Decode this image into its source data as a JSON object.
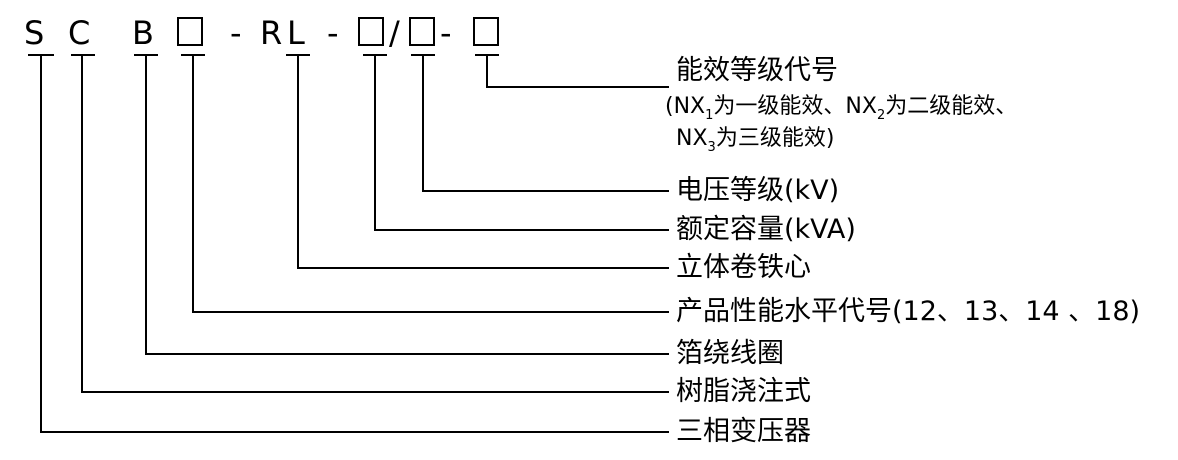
{
  "code": {
    "s": "S",
    "c": "C",
    "b": "B",
    "dash1": "-",
    "r": "R",
    "l": "L",
    "dash2": "-",
    "slash": "/",
    "dash3": "-"
  },
  "labels": {
    "efficiency": {
      "title": "能效等级代号",
      "note_line1_open": "(NX",
      "note_line1_sub1": "1",
      "note_line1_mid1": "为一级能效、NX",
      "note_line1_sub2": "2",
      "note_line1_tail": "为二级能效、",
      "note_line2_head": "NX",
      "note_line2_sub": "3",
      "note_line2_tail": "为三级能效)"
    },
    "voltage": "电压等级(kV)",
    "capacity": "额定容量(kVA)",
    "core": "立体卷铁心",
    "performance": "产品性能水平代号(12、13、14 、18)",
    "coil": "箔绕线圈",
    "resin": "树脂浇注式",
    "transformer": "三相变压器"
  }
}
